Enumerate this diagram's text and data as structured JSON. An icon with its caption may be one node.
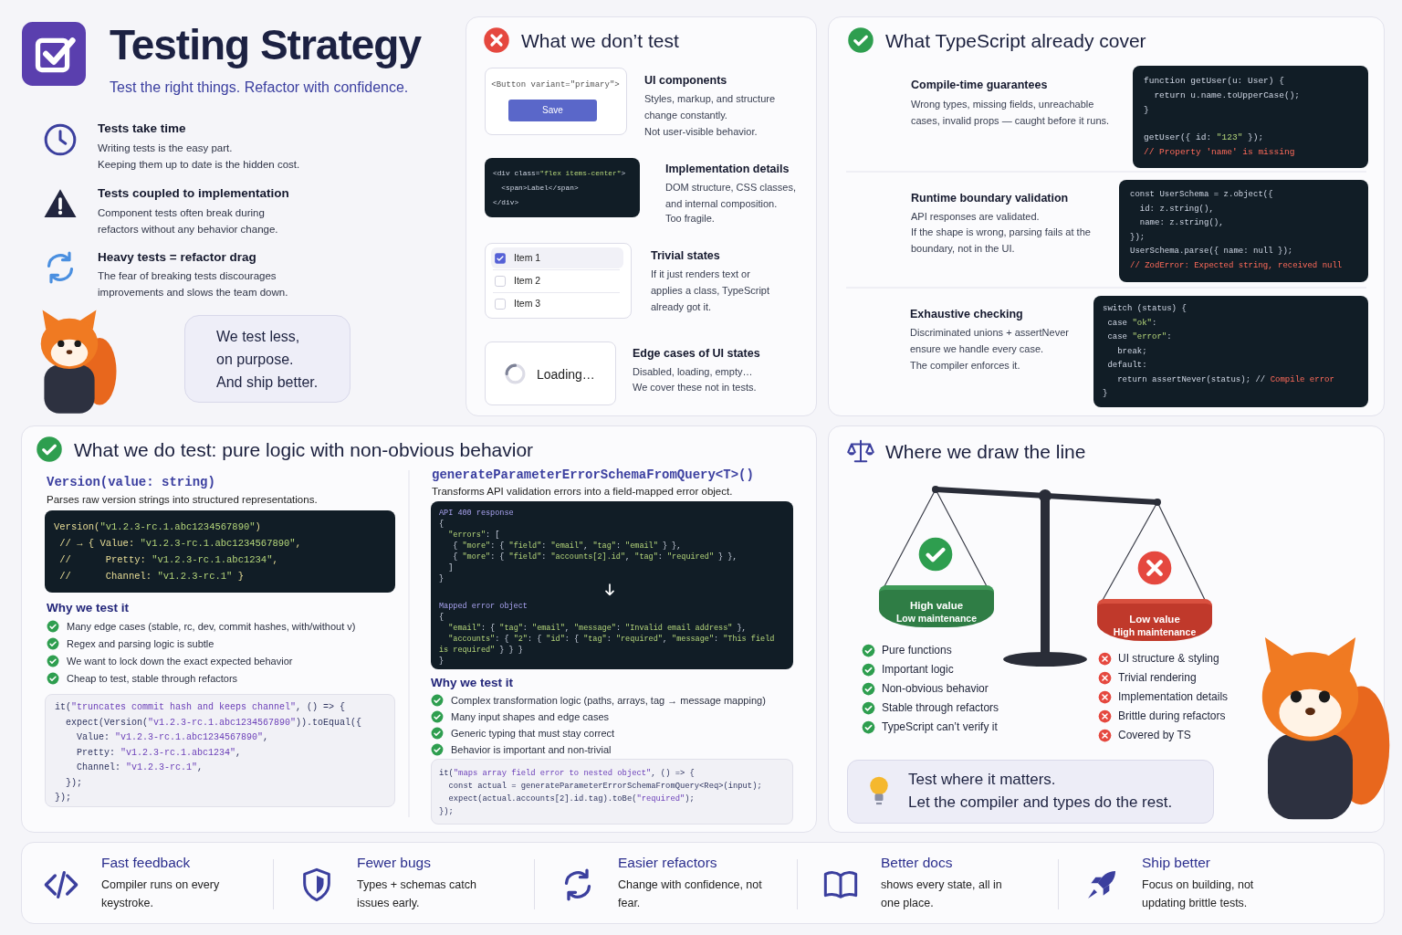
{
  "diagram": {
    "title": "Testing Strategy",
    "nodes": [
      {
        "text": [
          "What we don’t test"
        ]
      },
      {
        "text": [
          "<Button variant=\"primary\">"
        ],
        "in": 0,
        "beside": [
          "UI components",
          "Styles, markup, and structure change constantly.",
          "Not user-visible behavior."
        ]
      },
      {
        "text": [
          "Save"
        ],
        "in": 1
      },
      {
        "text": [
          "<div class=\"flex items-center\">",
          "  <span>Label</span>",
          "</div>"
        ],
        "in": 0,
        "beside": [
          "Implementation details",
          "DOM structure, CSS classes, and internal composition.",
          "Too fragile."
        ]
      },
      {
        "text": [
          "Item 1",
          "Item 2",
          "Item 3"
        ],
        "in": 0,
        "beside": [
          "Trivial states",
          "If it just renders text or applies a class, TypeScript already got it."
        ]
      },
      {
        "text": [
          "Loading…"
        ],
        "in": 0,
        "beside": [
          "Edge cases of UI states",
          "Disabled, loading, empty…",
          "We cover these not in tests."
        ]
      },
      {
        "text": [
          "What TypeScript already cover"
        ]
      },
      {
        "text": [
          "function getUser(u: User) {",
          "  return u.name.toUpperCase();",
          "}",
          "getUser({ id: \"123\" });",
          "// Property 'name' is missing"
        ],
        "in": 6,
        "beside": [
          "Compile-time guarantees",
          "Wrong types, missing fields, unreachable cases, invalid props — caught before it runs."
        ]
      },
      {
        "text": [
          "const UserSchema = z.object({",
          "  id: z.string(),",
          "  name: z.string(),",
          "});",
          "UserSchema.parse({ name: null });",
          "// ZodError: Expected string, received null"
        ],
        "in": 6,
        "beside": [
          "Runtime boundary validation",
          "API responses are validated.",
          "If the shape is wrong, parsing fails at the boundary, not in the UI."
        ]
      },
      {
        "text": [
          "switch (status) {",
          " case \"ok\":",
          " case \"error\":",
          "   break;",
          " default:",
          "   return assertNever(status); // Compile error",
          "}"
        ],
        "in": 6,
        "beside": [
          "Exhaustive checking",
          "Discriminated unions + assertNever ensure we handle every case.",
          "The compiler enforces it."
        ]
      },
      {
        "text": [
          "What we do test: pure logic with non-obvious behavior"
        ]
      },
      {
        "text": [
          "Version(\"v1.2.3-rc.1.abc1234567890\")",
          " // → { Value: \"v1.2.3-rc.1.abc1234567890\",",
          " //      Pretty: \"v1.2.3-rc.1.abc1234\",",
          " //      Channel: \"v1.2.3-rc.1\" }"
        ],
        "in": 10,
        "beside": [
          "Version(value: string)",
          "Parses raw version strings into structured representations.",
          "Why we test it",
          "Many edge cases (stable, rc, dev, commit hashes, with/without v)",
          "Regex and parsing logic is subtle",
          "We want to lock down the exact expected behavior",
          "Cheap to test, stable through refactors"
        ]
      },
      {
        "text": [
          "it(\"truncates commit hash and keeps channel\", () => {",
          "  expect(Version(\"v1.2.3-rc.1.abc1234567890\")).toEqual({",
          "    Value: \"v1.2.3-rc.1.abc1234567890\",",
          "    Pretty: \"v1.2.3-rc.1.abc1234\",",
          "    Channel: \"v1.2.3-rc.1\",",
          "  });",
          "});"
        ],
        "in": 10
      },
      {
        "text": [
          "API 400 response",
          "{",
          "  \"errors\": [",
          "   { \"more\": { \"field\": \"email\", \"tag\": \"email\" } },",
          "   { \"more\": { \"field\": \"accounts[2].id\", \"tag\": \"required\" } },",
          "  ]",
          "}",
          "Mapped error object",
          "{",
          "  \"email\": { \"tag\": \"email\", \"message\": \"Invalid email address\" },",
          "  \"accounts\": { \"2\": { \"id\": { \"tag\": \"required\", \"message\": \"This field is required\" } } }",
          "}"
        ],
        "in": 10,
        "beside": [
          "generateParameterErrorSchemaFromQuery<T>()",
          "Transforms API validation errors into a field-mapped error object.",
          "Why we test it",
          "Complex transformation logic (paths, arrays, tag → message mapping)",
          "Many input shapes and edge cases",
          "Generic typing that must stay correct",
          "Behavior is important and non-trivial"
        ]
      },
      {
        "text": [
          "it(\"maps array field error to nested object\", () => {",
          "  const actual = generateParameterErrorSchemaFromQuery<Req>(input);",
          "  expect(actual.accounts[2].id.tag).toBe(\"required\");",
          "});"
        ],
        "in": 10
      },
      {
        "text": [
          "Where we draw the line"
        ]
      },
      {
        "text": [
          "High value",
          "Low maintenance"
        ],
        "in": 15
      },
      {
        "text": [
          "Low value",
          "High maintenance"
        ],
        "in": 15
      },
      {
        "text": [
          "Test where it matters.",
          "Let the compiler and types do the rest."
        ],
        "in": 15
      },
      {
        "text": [
          "We test less,",
          "on purpose.",
          "And ship better."
        ]
      },
      {
        "text": [
          "Fast feedback",
          "Compiler runs on every keystroke.",
          "Fewer bugs",
          "Types + schemas catch issues early.",
          "Easier refactors",
          "Change with confidence, not fear.",
          "Better docs",
          "shows every state, all in one place.",
          "Ship better",
          "Focus on building, not updating brittle tests."
        ]
      }
    ],
    "labels": [
      "Test the right things. Refactor with confidence.",
      "Tests take time",
      "Writing tests is the easy part.",
      "Keeping them up to date is the hidden cost.",
      "Tests coupled to implementation",
      "Component tests often break during refactors without any behavior change.",
      "Heavy tests = refactor drag",
      "The fear of breaking tests discourages improvements and slows the team down.",
      "Pure functions",
      "Important logic",
      "Non-obvious behavior",
      "Stable through refactors",
      "TypeScript can’t verify it",
      "UI structure & styling",
      "Trivial rendering",
      "Implementation details",
      "Brittle during refactors",
      "Covered by TS"
    ]
  }
}
